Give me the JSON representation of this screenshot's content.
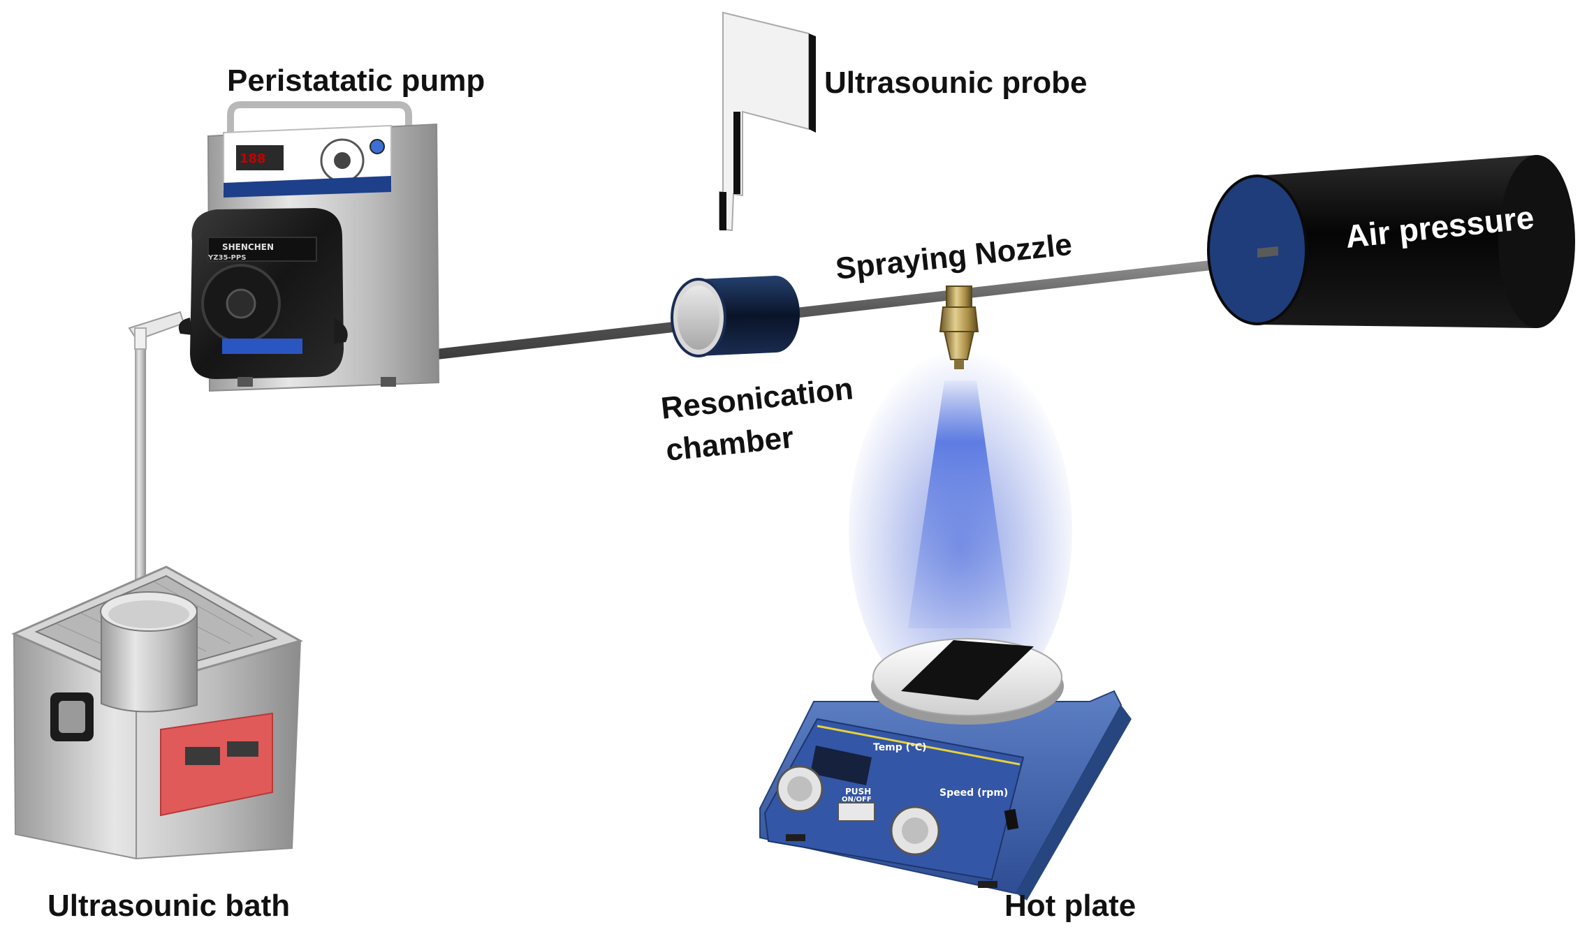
{
  "labels": {
    "pump": "Peristatatic pump",
    "probe": "Ultrasounic probe",
    "nozzle": "Spraying Nozzle",
    "air": "Air pressure",
    "chamber_line1": "Resonication",
    "chamber_line2": "chamber",
    "bath": "Ultrasounic bath",
    "hotplate": "Hot plate"
  },
  "pump_device": {
    "brand": "SHENCHEN",
    "model": "YZ35-PPS"
  },
  "hotplate_panel": {
    "temp_label": "Temp (℃)",
    "speed_label": "Speed (rpm)",
    "push_label": "PUSH",
    "onoff_label": "ON/OFF"
  },
  "colors": {
    "tube": "#6b6b6b",
    "air_cylinder": "#0a0a0a",
    "air_face": "#1e3c78",
    "chamber": "#0b1730",
    "spray": "#3a5fd8",
    "hotplate_body": "#3d5fa8",
    "bath_steel": "#c8c8c8",
    "bath_panel": "#e05a5a"
  }
}
